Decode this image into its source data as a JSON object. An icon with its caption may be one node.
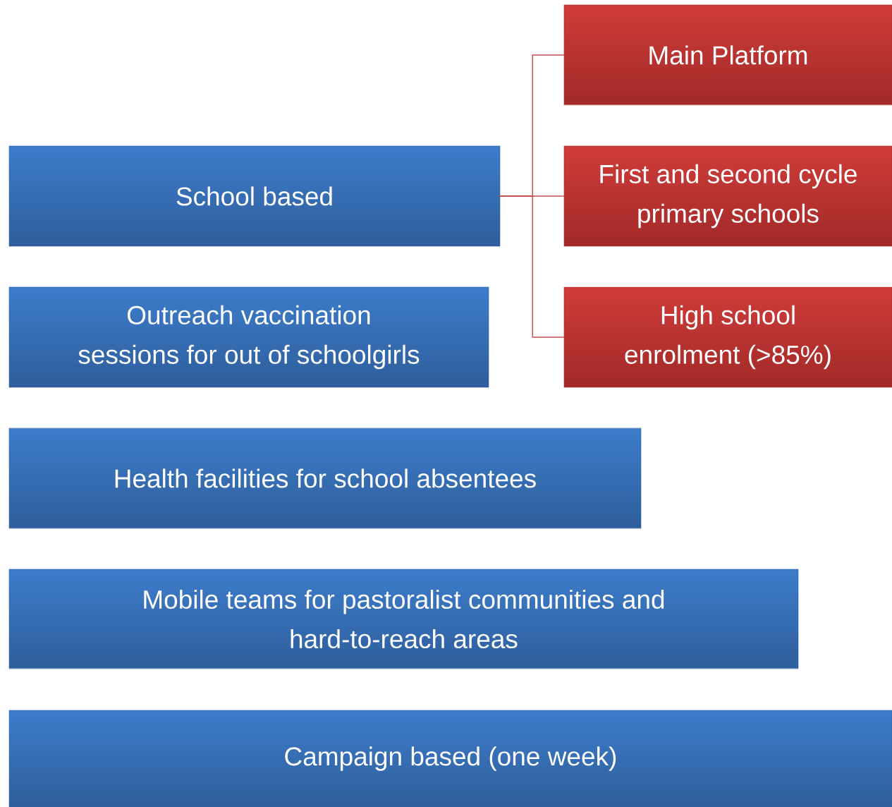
{
  "diagram": {
    "nodes": [
      {
        "text": [
          "School based"
        ]
      },
      {
        "text": [
          "Outreach vaccination sessions for out of schoolgirls"
        ]
      },
      {
        "text": [
          "Health facilities for school absentees"
        ]
      },
      {
        "text": [
          "Mobile teams for pastoralist communities and hard-to-reach areas"
        ]
      },
      {
        "text": [
          "Campaign based (one week)"
        ]
      },
      {
        "text": [
          "Main Platform"
        ]
      },
      {
        "text": [
          "First and second cycle primary schools"
        ]
      },
      {
        "text": [
          "High school enrolment (>85%)"
        ]
      }
    ],
    "edges": [
      {
        "from": 0,
        "to": 5,
        "arrow": "none"
      },
      {
        "from": 0,
        "to": 6,
        "arrow": "none"
      },
      {
        "from": 0,
        "to": 7,
        "arrow": "none"
      }
    ]
  }
}
